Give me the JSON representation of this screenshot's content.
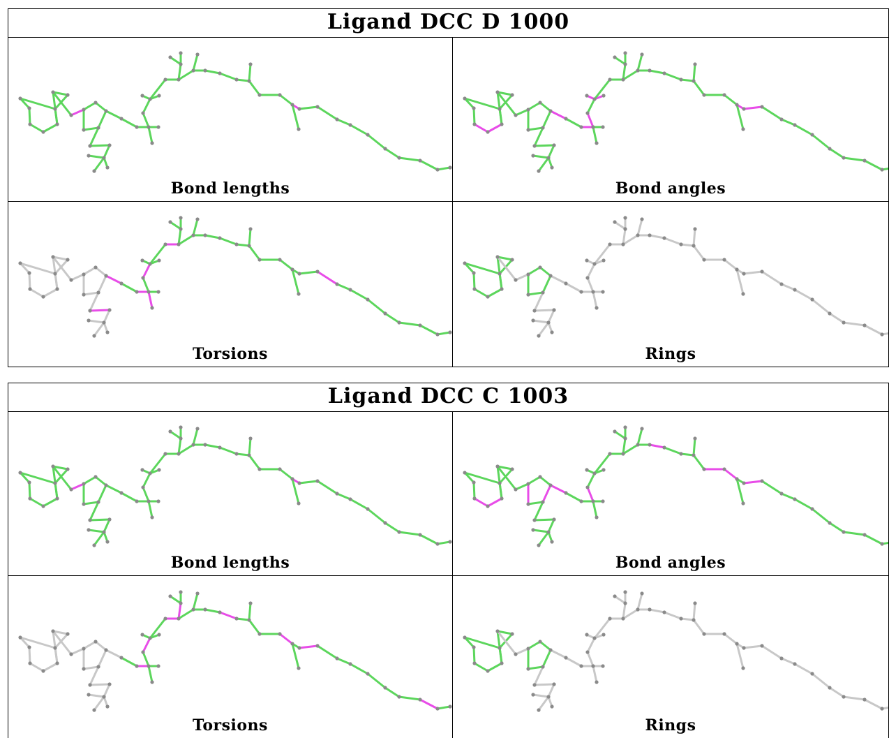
{
  "colors": {
    "ok": "#5cd65c",
    "outlier": "#e84ce8",
    "neutral": "#c8c8c8",
    "atom": "#8a8a8a"
  },
  "ligands": [
    {
      "title": "Ligand DCC D 1000",
      "panels": [
        {
          "caption": "Bond lengths"
        },
        {
          "caption": "Bond angles"
        },
        {
          "caption": "Torsions"
        },
        {
          "caption": "Rings"
        }
      ]
    },
    {
      "title": "Ligand DCC C 1003",
      "panels": [
        {
          "caption": "Bond lengths"
        },
        {
          "caption": "Bond angles"
        },
        {
          "caption": "Torsions"
        },
        {
          "caption": "Rings"
        }
      ]
    }
  ]
}
